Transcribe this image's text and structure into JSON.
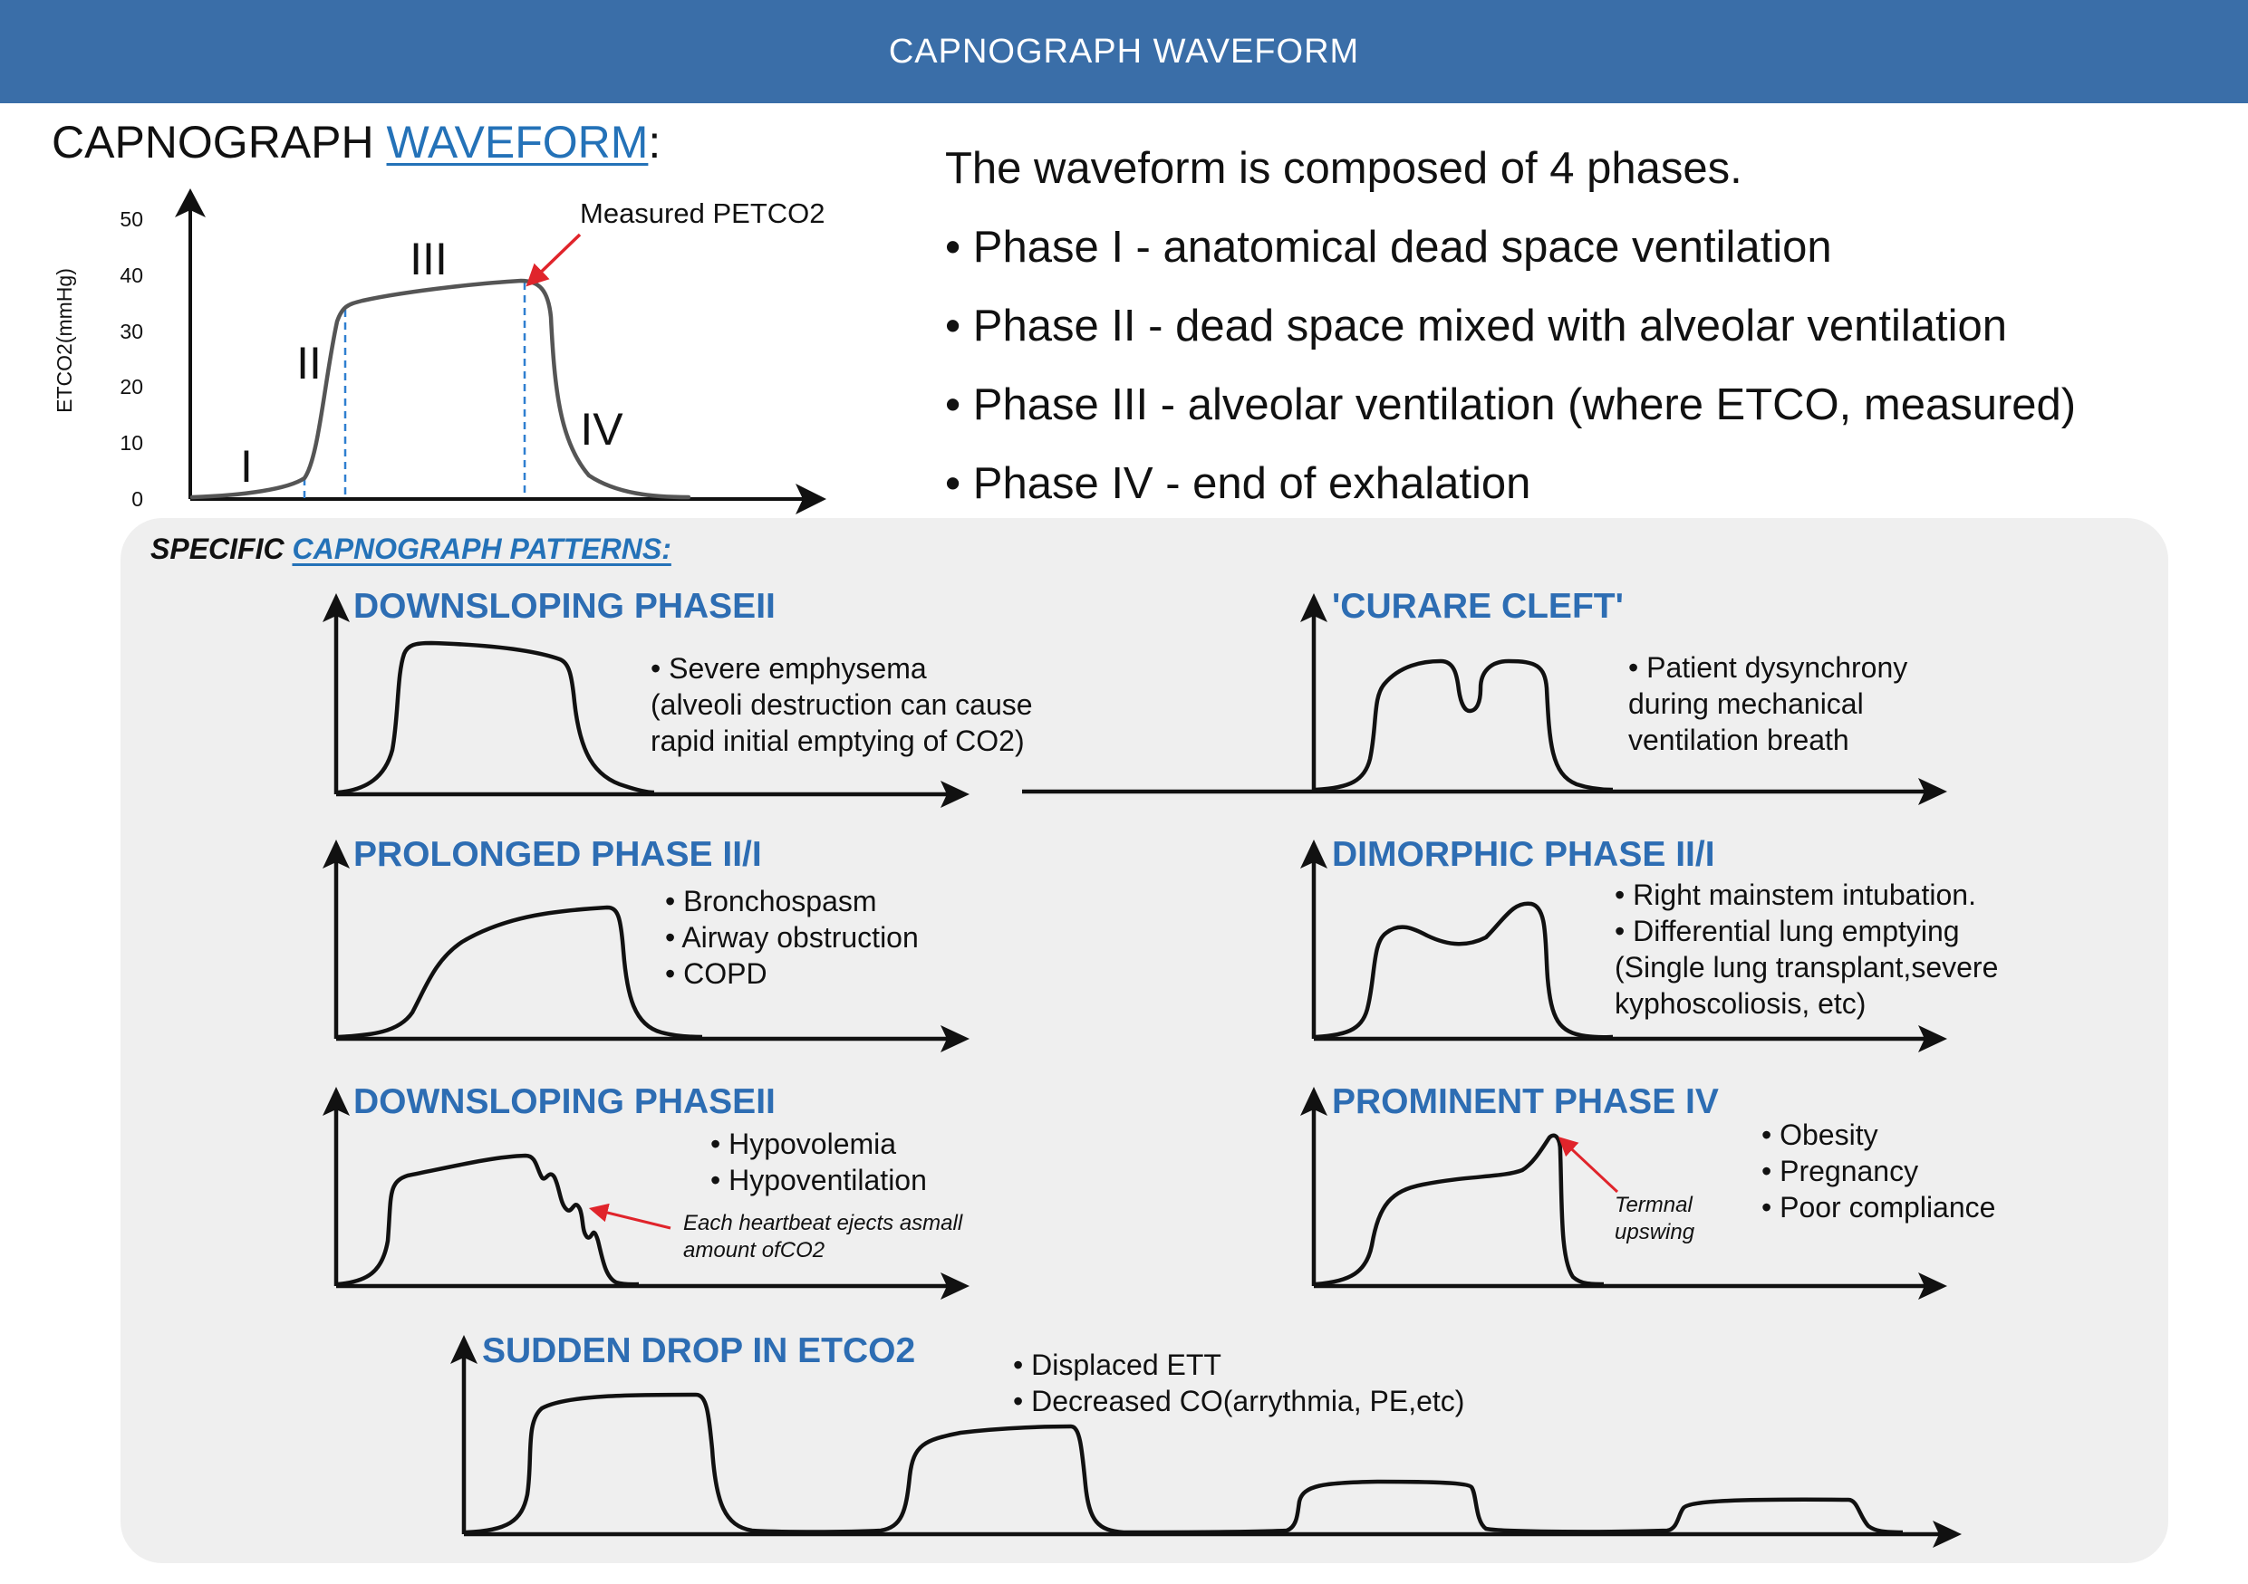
{
  "header": {
    "title": "CAPNOGRAPH WAVEFORM"
  },
  "main": {
    "title_prefix": "CAPNOGRAPH ",
    "title_link": "WAVEFORM",
    "title_suffix": ":"
  },
  "main_chart": {
    "ylabel": "ETCO2(mmHg)",
    "y_ticks": [
      "50",
      "40",
      "30",
      "20",
      "10",
      "0"
    ],
    "phase_labels": [
      "I",
      "II",
      "III",
      "IV"
    ],
    "annotation": "Measured PETCO2",
    "line_color": "#555555",
    "divider_color": "#2f7fd0",
    "arrow_color": "#e0242b"
  },
  "phases": {
    "intro": "The waveform is composed of 4 phases.",
    "items": [
      "• Phase I - anatomical dead space ventilation",
      "• Phase II - dead space mixed with alveolar ventilation",
      "• Phase III - alveolar ventilation (where ETCO, measured)",
      "• Phase IV - end of exhalation"
    ]
  },
  "patterns": {
    "heading_prefix": "SPECIFIC ",
    "heading_link": "CAPNOGRAPH PATTERNS:",
    "title_color": "#2d6db3",
    "items": [
      {
        "title": "DOWNSLOPING PHASEII",
        "lines": [
          "• Severe emphysema",
          "(alveoli destruction can cause",
          "rapid initial emptying of CO2)"
        ]
      },
      {
        "title": "'CURARE CLEFT'",
        "lines": [
          "• Patient dysynchrony",
          "during mechanical",
          "ventilation breath"
        ]
      },
      {
        "title": "PROLONGED PHASE II/I",
        "lines": [
          "• Bronchospasm",
          "• Airway obstruction",
          "• COPD"
        ]
      },
      {
        "title": "DIMORPHIC PHASE II/I",
        "lines": [
          "• Right mainstem intubation.",
          "• Differential lung emptying",
          "(Single lung transplant,severe",
          "kyphoscoliosis, etc)"
        ]
      },
      {
        "title": "DOWNSLOPING PHASEII",
        "lines": [
          "• Hypovolemia",
          "• Hypoventilation"
        ],
        "note": [
          "Each heartbeat ejects asmall",
          "amount ofCO2"
        ]
      },
      {
        "title": "PROMINENT PHASE IV",
        "lines": [
          "• Obesity",
          "• Pregnancy",
          "• Poor compliance"
        ],
        "note": [
          "Termnal",
          "upswing"
        ]
      },
      {
        "title": "SUDDEN DROP IN ETCO2",
        "lines": [
          "• Displaced ETT",
          "• Decreased CO(arrythmia, PE,etc)"
        ]
      }
    ]
  }
}
